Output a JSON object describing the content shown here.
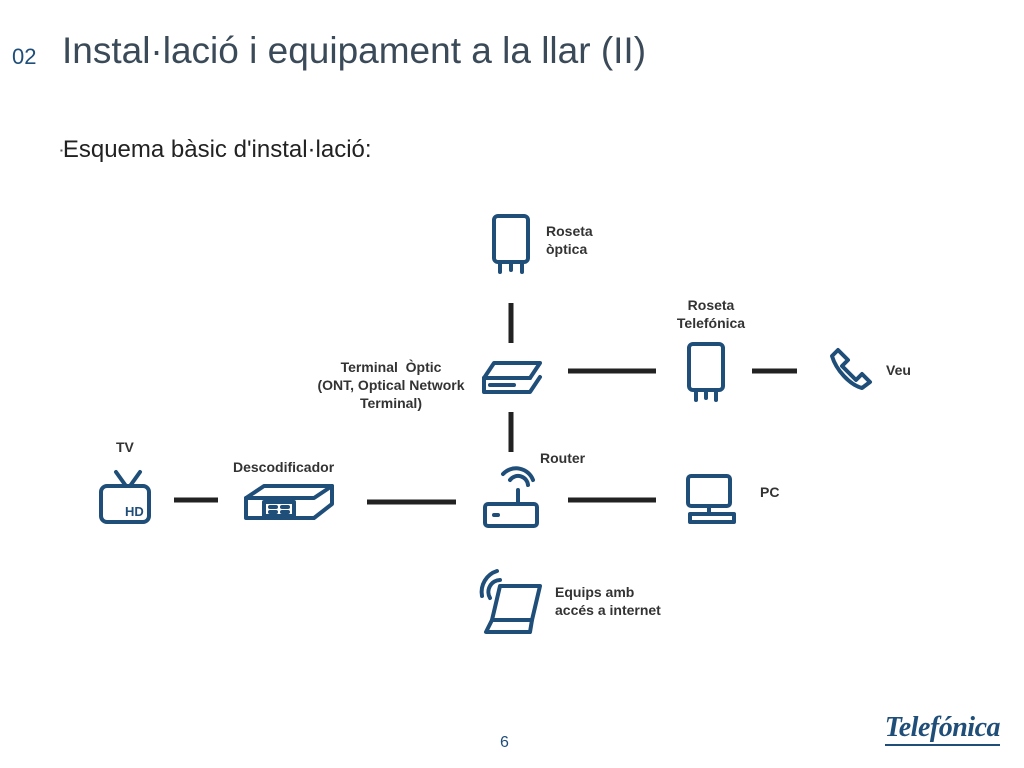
{
  "header": {
    "section_number": "02",
    "title": "Instal·lació i equipament a la llar (II)"
  },
  "subtitle": "Esquema bàsic d'instal·lació:",
  "nodes": {
    "roseta_optica": {
      "label_1": "Roseta",
      "label_2": "òptica"
    },
    "roseta_telefonica": {
      "label_1": "Roseta",
      "label_2": "Telefónica"
    },
    "terminal_optic": {
      "label_1": "Terminal  Òptic",
      "label_2": "(ONT, Optical Network",
      "label_3": "Terminal)"
    },
    "veu": {
      "label": "Veu"
    },
    "tv": {
      "label": "TV",
      "badge": "HD"
    },
    "descodificador": {
      "label": "Descodificador"
    },
    "router": {
      "label": "Router"
    },
    "pc": {
      "label": "PC"
    },
    "equips": {
      "label_1": "Equips amb",
      "label_2": "accés a internet"
    }
  },
  "footer": {
    "page_number": "6",
    "brand": "Telefónica"
  },
  "colors": {
    "icon_blue": "#1f4e79",
    "title_gray": "#3b4a58",
    "connector": "#222222"
  }
}
